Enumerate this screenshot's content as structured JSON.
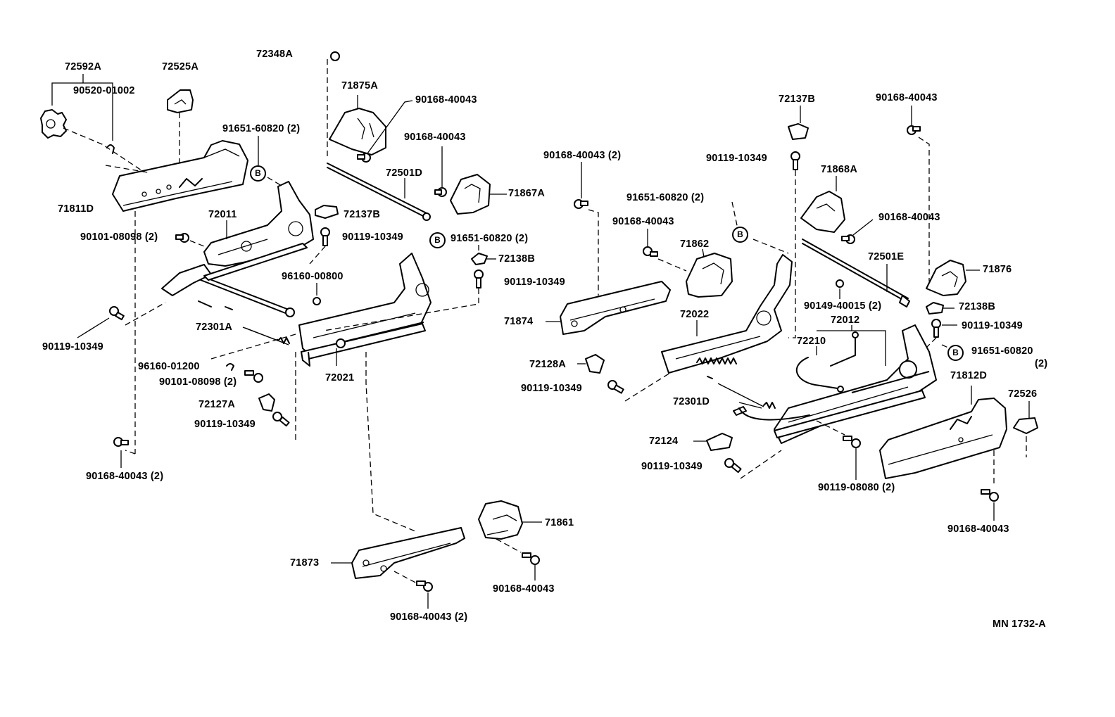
{
  "diagram": {
    "drawing_code": "MN 1732-A",
    "callout_symbol": "B",
    "labels": {
      "l_72592A": "72592A",
      "l_90520_01002": "90520-01002",
      "l_72525A": "72525A",
      "l_72348A": "72348A",
      "l_71875A": "71875A",
      "l_90168_40043_a": "90168-40043",
      "l_90168_40043_b": "90168-40043",
      "l_91651_60820_2_a": "91651-60820 (2)",
      "l_72501D": "72501D",
      "l_71867A": "71867A",
      "l_71811D": "71811D",
      "l_72011": "72011",
      "l_72137B_a": "72137B",
      "l_90101_08098_2_a": "90101-08098 (2)",
      "l_90119_10349_a": "90119-10349",
      "l_91651_60820_2_b": "91651-60820 (2)",
      "l_72138B_a": "72138B",
      "l_96160_00800": "96160-00800",
      "l_90119_10349_b": "90119-10349",
      "l_90119_10349_c": "90119-10349",
      "l_72301A": "72301A",
      "l_96160_01200": "96160-01200",
      "l_90101_08098_2_b": "90101-08098 (2)",
      "l_72021": "72021",
      "l_72127A": "72127A",
      "l_90119_10349_d": "90119-10349",
      "l_90168_40043_2_a": "90168-40043 (2)",
      "l_71861": "71861",
      "l_71873": "71873",
      "l_90168_40043_c": "90168-40043",
      "l_90168_40043_2_b": "90168-40043 (2)",
      "l_72137B_b": "72137B",
      "l_90168_40043_d": "90168-40043",
      "l_90168_40043_2_c": "90168-40043 (2)",
      "l_90119_10349_e": "90119-10349",
      "l_71868A": "71868A",
      "l_91651_60820_2_c": "91651-60820 (2)",
      "l_90168_40043_e": "90168-40043",
      "l_90168_40043_f": "90168-40043",
      "l_71862": "71862",
      "l_72501E": "72501E",
      "l_71876": "71876",
      "l_71874": "71874",
      "l_90149_40015_2": "90149-40015 (2)",
      "l_72138B_b": "72138B",
      "l_72022": "72022",
      "l_72012": "72012",
      "l_90119_10349_f": "90119-10349",
      "l_72210": "72210",
      "l_91651_60820_c": "91651-60820",
      "l_2_suffix": "(2)",
      "l_72128A": "72128A",
      "l_71812D": "71812D",
      "l_90119_10349_g": "90119-10349",
      "l_72526": "72526",
      "l_72301D": "72301D",
      "l_72124": "72124",
      "l_90119_10349_h": "90119-10349",
      "l_90119_08080_2": "90119-08080 (2)",
      "l_90168_40043_g": "90168-40043"
    }
  }
}
